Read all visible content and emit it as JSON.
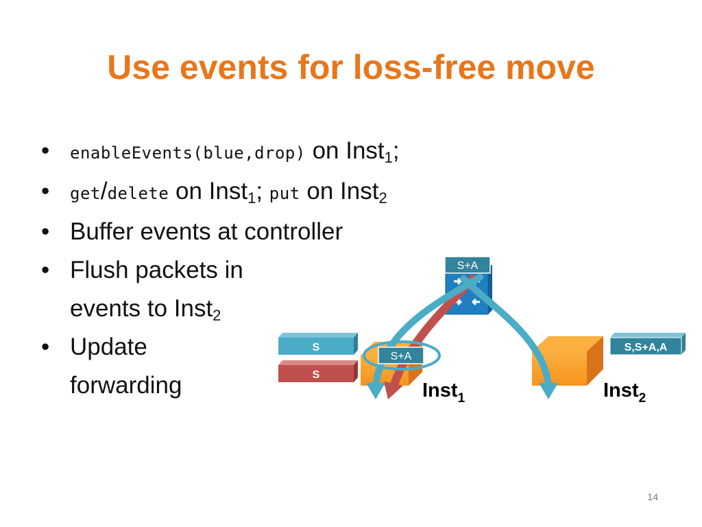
{
  "slide": {
    "title": "Use events for loss-free move",
    "page_number": "14"
  },
  "bullets": {
    "b1": {
      "code": "enableEvents(blue,drop)",
      "text": " on Inst",
      "sub": "1",
      "tail": ";"
    },
    "b2": {
      "code1": "get",
      "slash": "/",
      "code2": "delete",
      "text1": " on Inst",
      "sub1": "1",
      "semi": "; ",
      "code3": "put",
      "text2": " on Inst",
      "sub2": "2"
    },
    "b3": {
      "text": "Buffer events at controller"
    },
    "b4": {
      "line1": "Flush packets in",
      "line2": "events to Inst",
      "sub": "2"
    },
    "b5": {
      "line1": "Update",
      "line2": "forwarding"
    }
  },
  "diagram": {
    "switch_tag": "S+A",
    "blue_packet": "S",
    "red_packet": "S",
    "inst1_tag": "S+A",
    "inst2_tag": "S,S+A,A",
    "inst1": {
      "label": "Inst",
      "sub": "1"
    },
    "inst2": {
      "label": "Inst",
      "sub": "2"
    },
    "colors": {
      "orange": "#f7931e",
      "blue": "#4bacc6",
      "teal_box": "#31849b",
      "red": "#c0504d",
      "switch": "#1f7fc0"
    }
  }
}
